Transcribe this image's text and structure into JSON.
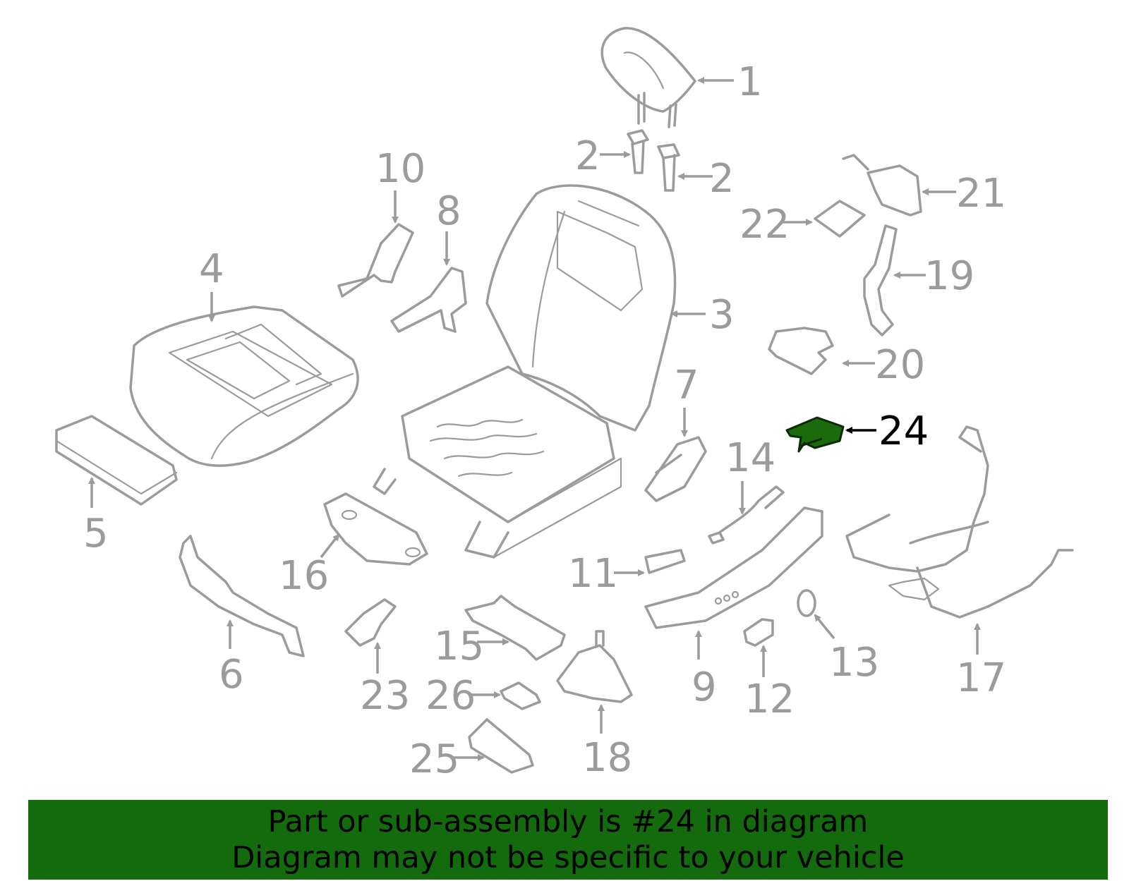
{
  "callouts": {
    "c1": "1",
    "c2a": "2",
    "c2b": "2",
    "c3": "3",
    "c4": "4",
    "c5": "5",
    "c6": "6",
    "c7": "7",
    "c8": "8",
    "c9": "9",
    "c10": "10",
    "c11": "11",
    "c12": "12",
    "c13": "13",
    "c14": "14",
    "c15": "15",
    "c16": "16",
    "c17": "17",
    "c18": "18",
    "c19": "19",
    "c20": "20",
    "c21": "21",
    "c22": "22",
    "c23": "23",
    "c24": "24",
    "c25": "25",
    "c26": "26"
  },
  "highlight": {
    "part": "24",
    "color": "#136b0d"
  },
  "colors": {
    "linework": "#9b9b9b",
    "highlight_fill": "#1b6a0e",
    "banner": "#136b0d"
  },
  "banner": {
    "line1": "Part or sub-assembly is #24 in diagram",
    "line2": "Diagram may not be specific to your vehicle"
  }
}
